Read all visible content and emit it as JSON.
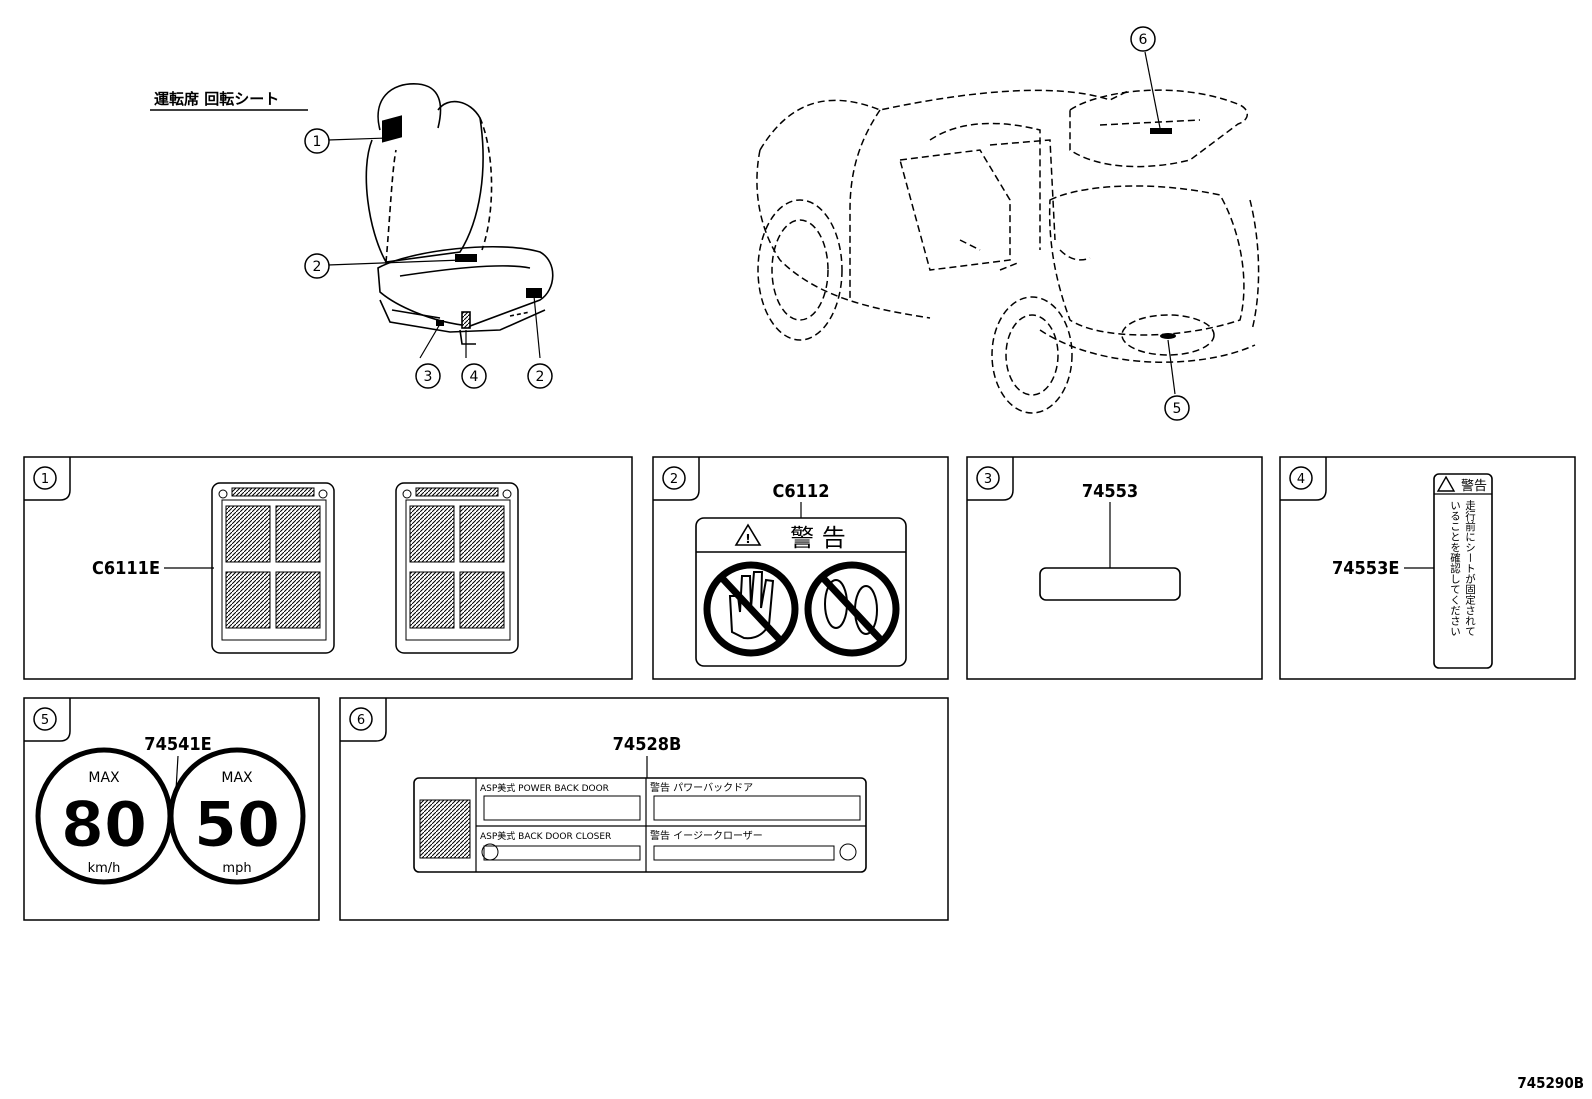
{
  "header": {
    "seat_caption": "運転席 回転シート"
  },
  "callouts": [
    "1",
    "2",
    "3",
    "4",
    "5",
    "6"
  ],
  "panels": {
    "p1": {
      "number": "1",
      "part_no": "C6111E"
    },
    "p2": {
      "number": "2",
      "part_no": "C6112",
      "warning_text": "警 告",
      "warning_glyph": "!"
    },
    "p3": {
      "number": "3",
      "part_no": "74553"
    },
    "p4": {
      "number": "4",
      "part_no": "74553E",
      "warning_title": "警告",
      "line1": "走行前にシートが固定されて",
      "line2": "いることを確認してください"
    },
    "p5": {
      "number": "5",
      "part_no": "74541E",
      "left": {
        "max": "MAX",
        "value": "80",
        "unit": "km/h"
      },
      "right": {
        "max": "MAX",
        "value": "50",
        "unit": "mph"
      }
    },
    "p6": {
      "number": "6",
      "part_no": "74528B",
      "row1_left": "ASP美式  POWER BACK DOOR",
      "row1_right": "警告    パワーバックドア",
      "row2_left": "ASP美式  BACK DOOR CLOSER",
      "row2_right": "警告    イージークローザー"
    }
  },
  "footer": {
    "diagram_id": "745290B"
  }
}
